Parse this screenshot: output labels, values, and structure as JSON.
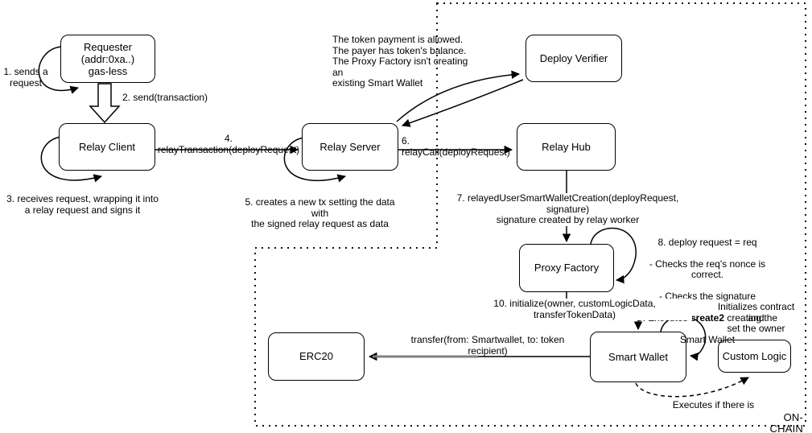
{
  "nodes": {
    "requester": "Requester\n(addr:0xa..)\ngas-less",
    "relay_client": "Relay Client",
    "relay_server": "Relay Server",
    "deploy_verifier": "Deploy Verifier",
    "relay_hub": "Relay Hub",
    "proxy_factory": "Proxy Factory",
    "smart_wallet": "Smart Wallet",
    "custom_logic": "Custom Logic",
    "erc20": "ERC20"
  },
  "edge_labels": {
    "step1": "1. sends a\nrequest",
    "step2": "2. send(transaction)",
    "step3": "3. receives request, wrapping it into\na relay request and signs it",
    "step4": "4. relayTransaction(deployRequest)",
    "step5": "5. creates a new tx setting the data with\nthe signed relay request as data",
    "step6": "6. relayCall(deployRequest)",
    "step7": "7. relayedUserSmartWalletCreation(deployRequest, signature)\nsignature created by relay worker",
    "step10": "10. initialize(owner, customLogicData, transferTokenData)",
    "transfer": "transfer(from: Smartwallet, to: token recipient)"
  },
  "notes": {
    "verifier_checks": "The token payment is allowed.\nThe payer has token's balance.\nThe Proxy Factory isn't creating an\nexisting Smart Wallet",
    "proxy_l1": "8. deploy request = req",
    "proxy_l2": "- Checks the req's nonce is correct.",
    "proxy_l3": "- Checks the signature",
    "proxy_l4a": "9. Executes ",
    "proxy_l4b": "create2",
    "proxy_l4c": " creating the",
    "proxy_l5": "Smart Wallet",
    "wallet_init": "Initializes contract and\nset the owner",
    "custom_logic_exec": "Executes if there is"
  },
  "region": {
    "label": "ON-CHAIN"
  },
  "colors": {
    "line": "#000000",
    "node_fill": "#ffffff",
    "node_border": "#000000",
    "background": "#ffffff",
    "transfer_overlay": "#808080"
  }
}
